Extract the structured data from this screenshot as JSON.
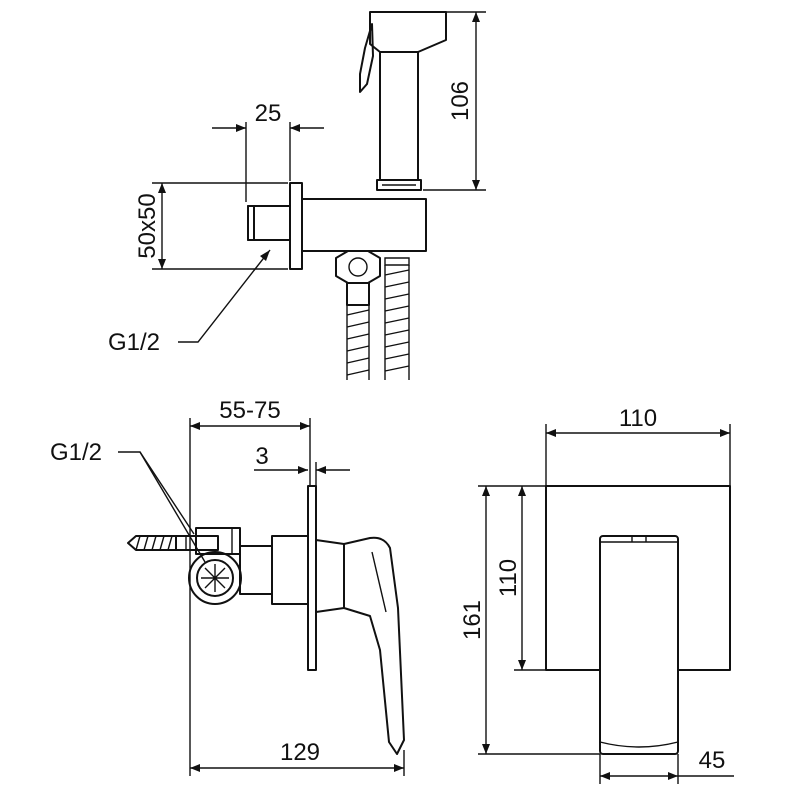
{
  "top_view": {
    "dim_width": "25",
    "dim_flange": "50x50",
    "dim_height": "106",
    "thread_label": "G1/2"
  },
  "side_view": {
    "dim_depth": "55-75",
    "dim_plate": "3",
    "dim_length": "129",
    "thread_label": "G1/2"
  },
  "front_view": {
    "dim_width": "110",
    "dim_plate_height": "110",
    "dim_total_height": "161",
    "dim_lever_width": "45"
  }
}
